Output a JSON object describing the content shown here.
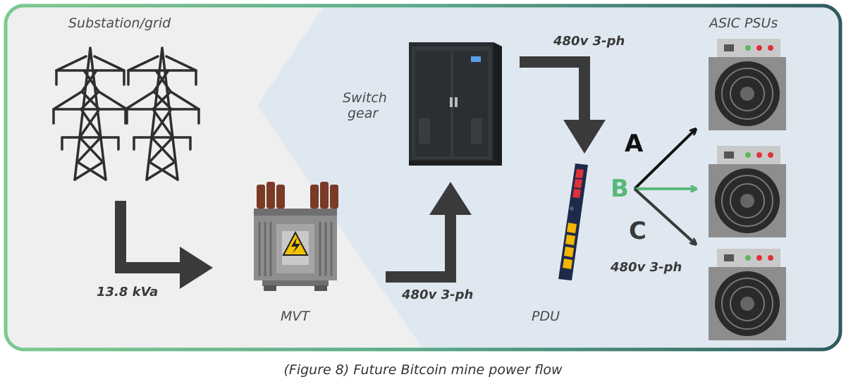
{
  "labels": {
    "substation": "Substation/grid",
    "switchgear_line1": "Switch",
    "switchgear_line2": "gear",
    "mvt": "MVT",
    "pdu": "PDU",
    "asic": "ASIC PSUs",
    "kva": "13.8 kVa",
    "volt_top": "480v 3-ph",
    "volt_mid": "480v 3-ph",
    "volt_right": "480v 3-ph"
  },
  "phases": {
    "a": "A",
    "b": "B",
    "c": "C"
  },
  "caption": "(Figure 8) Future Bitcoin mine power flow",
  "colors": {
    "border_left": "#7cc98f",
    "border_right": "#2f5a5e",
    "bg_left": "#efefef",
    "bg_right": "#dfe8f0",
    "arrow": "#3a3a3a",
    "phase_b": "#5ab87a",
    "pdu_outlet": "#f2b705",
    "pdu_breaker": "#e0303a"
  }
}
